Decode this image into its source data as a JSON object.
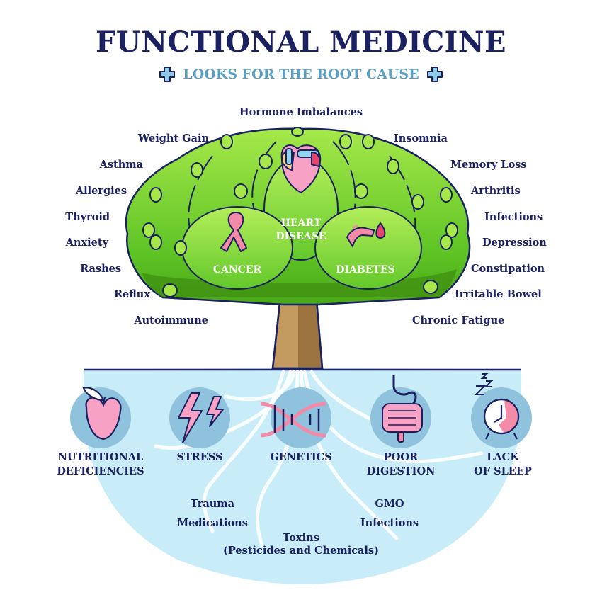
{
  "header": {
    "title": "FUNCTIONAL MEDICINE",
    "subtitle": "LOOKS FOR THE ROOT CAUSE",
    "subtitle_icon": "medical-cross-icon"
  },
  "colors": {
    "title": "#1b2160",
    "subtitle": "#5a9fc4",
    "canopy": "#6ccf2e",
    "canopy_light": "#a6e84a",
    "canopy_dark": "#3f8f12",
    "trunk_light": "#c29a5f",
    "trunk_dark": "#9c7440",
    "ground": "#c9edf8",
    "icon_circle": "#8fc2dd",
    "accent_pink": "#f28aa8",
    "outline": "#1b2160"
  },
  "symptoms": {
    "top": "Hormone Imbalances",
    "left": [
      "Weight Gain",
      "Asthma",
      "Allergies",
      "Thyroid",
      "Anxiety",
      "Rashes",
      "Reflux",
      "Autoimmune"
    ],
    "right": [
      "Insomnia",
      "Memory Loss",
      "Arthritis",
      "Infections",
      "Depression",
      "Constipation",
      "Irritable Bowel",
      "Chronic Fatigue"
    ]
  },
  "diseases": [
    {
      "label_line1": "HEART",
      "label_line2": "DISEASE",
      "icon": "heart-icon"
    },
    {
      "label_line1": "CANCER",
      "label_line2": "",
      "icon": "awareness-ribbon-icon"
    },
    {
      "label_line1": "DIABETES",
      "label_line2": "",
      "icon": "pancreas-blood-drop-icon"
    }
  ],
  "root_causes": [
    {
      "line1": "NUTRITIONAL",
      "line2": "DEFICIENCIES",
      "icon": "apple-icon"
    },
    {
      "line1": "STRESS",
      "line2": "",
      "icon": "lightning-bolt-icon"
    },
    {
      "line1": "GENETICS",
      "line2": "",
      "icon": "dna-icon"
    },
    {
      "line1": "POOR",
      "line2": "DIGESTION",
      "icon": "stomach-intestines-icon"
    },
    {
      "line1": "LACK",
      "line2": "OF SLEEP",
      "icon": "alarm-clock-icon"
    }
  ],
  "other_causes": {
    "trauma": "Trauma",
    "medications": "Medications",
    "gmo": "GMO",
    "infections": "Infections",
    "toxins": "Toxins",
    "toxins_detail": "(Pesticides and Chemicals)"
  }
}
